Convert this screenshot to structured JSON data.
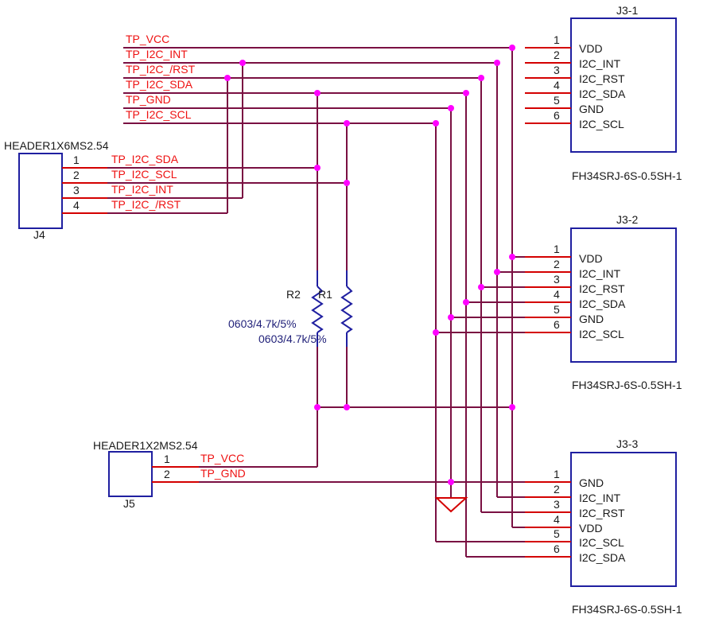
{
  "net_labels": [
    "TP_VCC",
    "TP_I2C_INT",
    "TP_I2C_/RST",
    "TP_I2C_SDA",
    "TP_GND",
    "TP_I2C_SCL"
  ],
  "connectors": {
    "j3_1": {
      "ref": "J3-1",
      "part": "FH34SRJ-6S-0.5SH-1",
      "pins": [
        {
          "num": "1",
          "name": "VDD"
        },
        {
          "num": "2",
          "name": "I2C_INT"
        },
        {
          "num": "3",
          "name": "I2C_RST"
        },
        {
          "num": "4",
          "name": "I2C_SDA"
        },
        {
          "num": "5",
          "name": "GND"
        },
        {
          "num": "6",
          "name": "I2C_SCL"
        }
      ]
    },
    "j3_2": {
      "ref": "J3-2",
      "part": "FH34SRJ-6S-0.5SH-1",
      "pins": [
        {
          "num": "1",
          "name": "VDD"
        },
        {
          "num": "2",
          "name": "I2C_INT"
        },
        {
          "num": "3",
          "name": "I2C_RST"
        },
        {
          "num": "4",
          "name": "I2C_SDA"
        },
        {
          "num": "5",
          "name": "GND"
        },
        {
          "num": "6",
          "name": "I2C_SCL"
        }
      ]
    },
    "j3_3": {
      "ref": "J3-3",
      "part": "FH34SRJ-6S-0.5SH-1",
      "pins": [
        {
          "num": "1",
          "name": "GND"
        },
        {
          "num": "2",
          "name": "I2C_INT"
        },
        {
          "num": "3",
          "name": "I2C_RST"
        },
        {
          "num": "4",
          "name": "VDD"
        },
        {
          "num": "5",
          "name": "I2C_SCL"
        },
        {
          "num": "6",
          "name": "I2C_SDA"
        }
      ]
    }
  },
  "headers": {
    "j4": {
      "ref": "J4",
      "part": "HEADER1X6MS2.54",
      "pins": [
        {
          "num": "1",
          "net": "TP_I2C_SDA"
        },
        {
          "num": "2",
          "net": "TP_I2C_SCL"
        },
        {
          "num": "3",
          "net": "TP_I2C_INT"
        },
        {
          "num": "4",
          "net": "TP_I2C_/RST"
        }
      ]
    },
    "j5": {
      "ref": "J5",
      "part": "HEADER1X2MS2.54",
      "pins": [
        {
          "num": "1",
          "net": "TP_VCC"
        },
        {
          "num": "2",
          "net": "TP_GND"
        }
      ]
    }
  },
  "resistors": {
    "r2": {
      "ref": "R2",
      "value": "0603/4.7k/5%"
    },
    "r1": {
      "ref": "R1",
      "value": "0603/4.7k/5%"
    }
  }
}
